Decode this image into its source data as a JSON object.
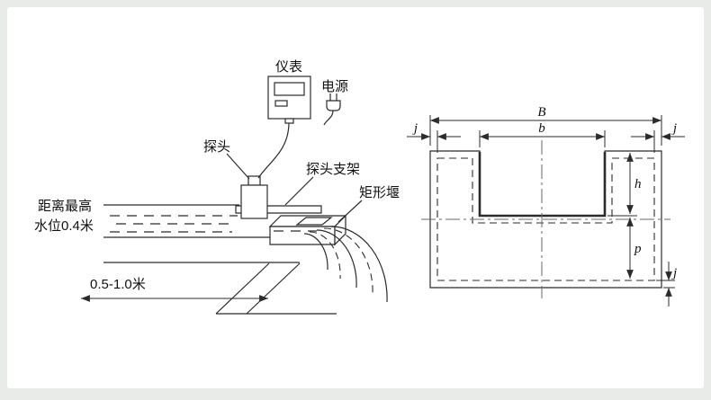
{
  "page": {
    "background_color": "#e9ebe9",
    "card_color": "#ffffff",
    "line_color": "#2b2b2b"
  },
  "installation_diagram": {
    "labels": {
      "instrument": "仪表",
      "power": "电源",
      "probe": "探头",
      "probe_bracket": "探头支架",
      "rectangular_weir": "矩形堰",
      "distance_line1": "距离最高",
      "distance_line2": "水位0.4米",
      "horizontal_range": "0.5-1.0米"
    }
  },
  "weir_section": {
    "dimensions": {
      "top_width": "B",
      "notch_width": "b",
      "notch_height": "h",
      "crest_height": "p",
      "margin_left": "j",
      "margin_right": "j",
      "margin_bottom": "j"
    }
  }
}
